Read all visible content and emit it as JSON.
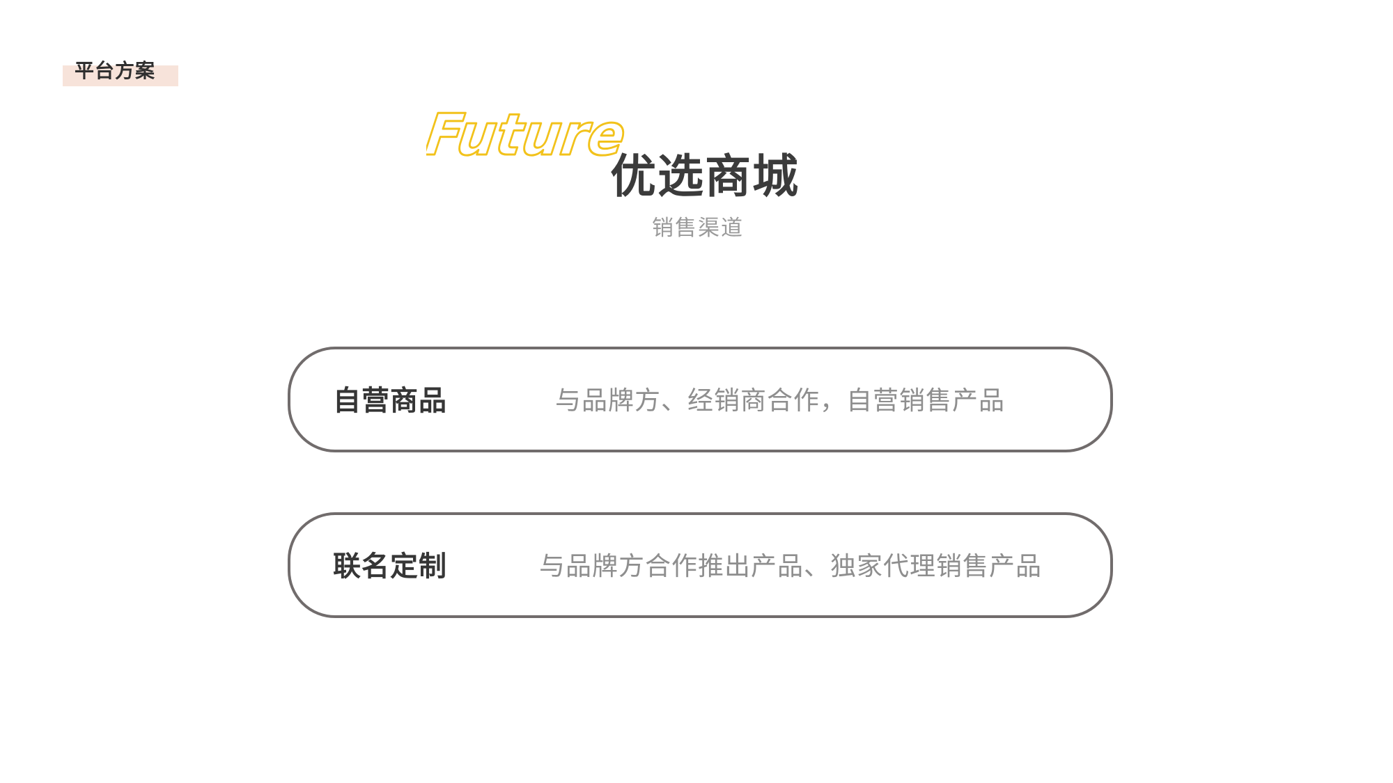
{
  "section_tag": {
    "label": "平台方案",
    "bg_color": "#f7e3da"
  },
  "header": {
    "decorative_word": "Future",
    "decorative_word_color": "#f2c21b",
    "title": "优选商城",
    "subtitle": "销售渠道"
  },
  "cards": [
    {
      "title": "自营商品",
      "description": "与品牌方、经销商合作，自营销售产品"
    },
    {
      "title": "联名定制",
      "description": "与品牌方合作推出产品、独家代理销售产品"
    }
  ],
  "colors": {
    "card_border": "#716c6c",
    "title_text": "#3b3b3b",
    "muted_text": "#9a9a9a"
  }
}
